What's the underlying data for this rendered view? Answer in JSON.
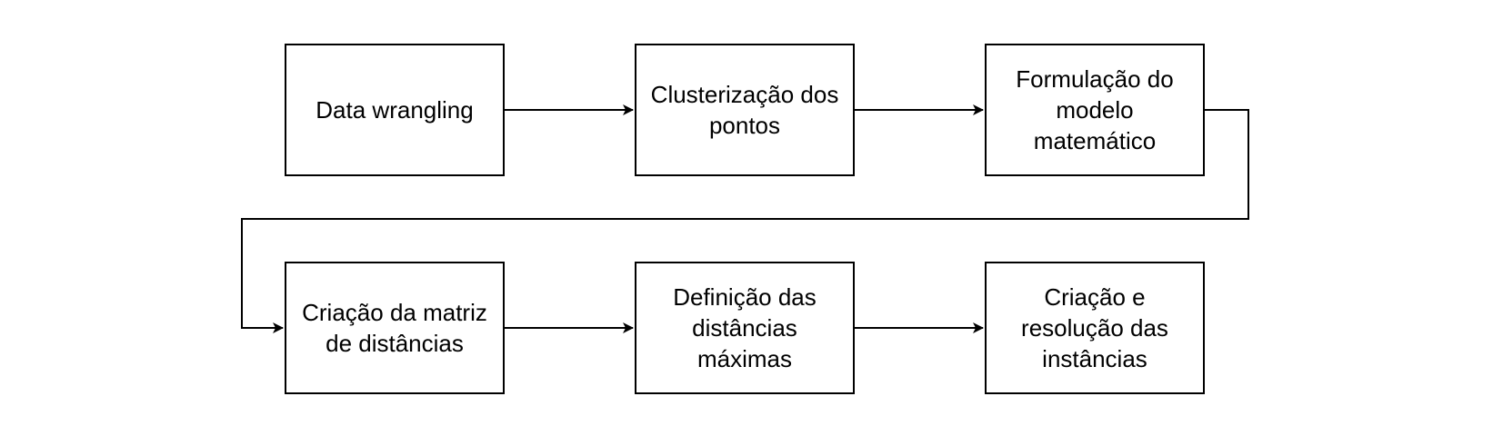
{
  "diagram": {
    "nodes": [
      {
        "id": "n1",
        "label": "Data wrangling"
      },
      {
        "id": "n2",
        "label": "Clusterização dos\npontos"
      },
      {
        "id": "n3",
        "label": "Formulação do\nmodelo\nmatemático"
      },
      {
        "id": "n4",
        "label": "Criação da matriz\nde distâncias"
      },
      {
        "id": "n5",
        "label": "Definição das\ndistâncias\nmáximas"
      },
      {
        "id": "n6",
        "label": "Criação e\nresolução das\ninstâncias"
      }
    ],
    "edges": [
      {
        "from": "n1",
        "to": "n2"
      },
      {
        "from": "n2",
        "to": "n3"
      },
      {
        "from": "n3",
        "to": "n4"
      },
      {
        "from": "n4",
        "to": "n5"
      },
      {
        "from": "n5",
        "to": "n6"
      }
    ],
    "colors": {
      "stroke": "#000000",
      "fill": "#ffffff",
      "text": "#000000"
    }
  }
}
